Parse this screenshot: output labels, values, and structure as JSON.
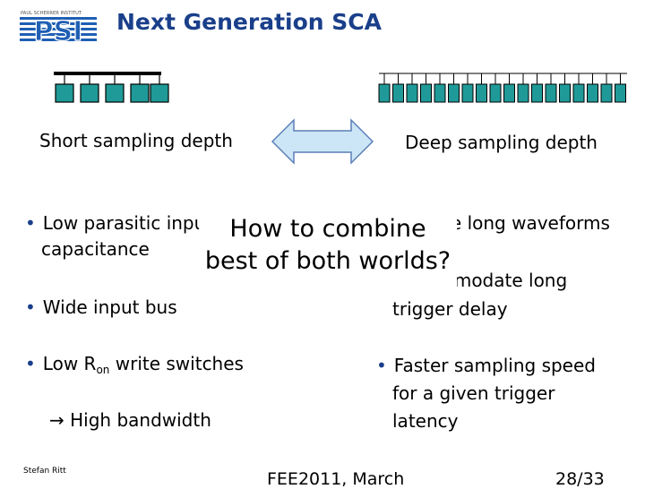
{
  "header": {
    "title": "Next Generation SCA",
    "logo_top": "PAUL SCHERRER INSTITUT",
    "logo_main": "PSI"
  },
  "left": {
    "caption": "Short sampling depth",
    "cells": 5,
    "bullets": [
      {
        "line1": "Low parasitic input",
        "line2": "capacitance"
      },
      {
        "line1": "Wide input bus"
      },
      {
        "pre": "Low R",
        "sub": "on",
        "post": " write switches"
      }
    ],
    "result": {
      "arrow": "→",
      "text": "High bandwidth"
    }
  },
  "right": {
    "caption": "Deep sampling depth",
    "cells": 18,
    "bullets": [
      {
        "line1": "Digitize long waveforms"
      },
      {
        "line1": "Accommodate long",
        "line2": "trigger delay"
      },
      {
        "line1": "Faster sampling speed",
        "line2": "for a given trigger",
        "line3": "latency"
      }
    ]
  },
  "overlay": {
    "line1": "How to combine",
    "line2": "best of both worlds?"
  },
  "footer": {
    "author": "Stefan Ritt",
    "event": "FEE2011, March",
    "page": "28/33"
  },
  "colors": {
    "title": "#1a3f8a",
    "cell": "#1f9a98",
    "arrow_fill": "#cde6f7",
    "arrow_stroke": "#5b7fb8"
  }
}
